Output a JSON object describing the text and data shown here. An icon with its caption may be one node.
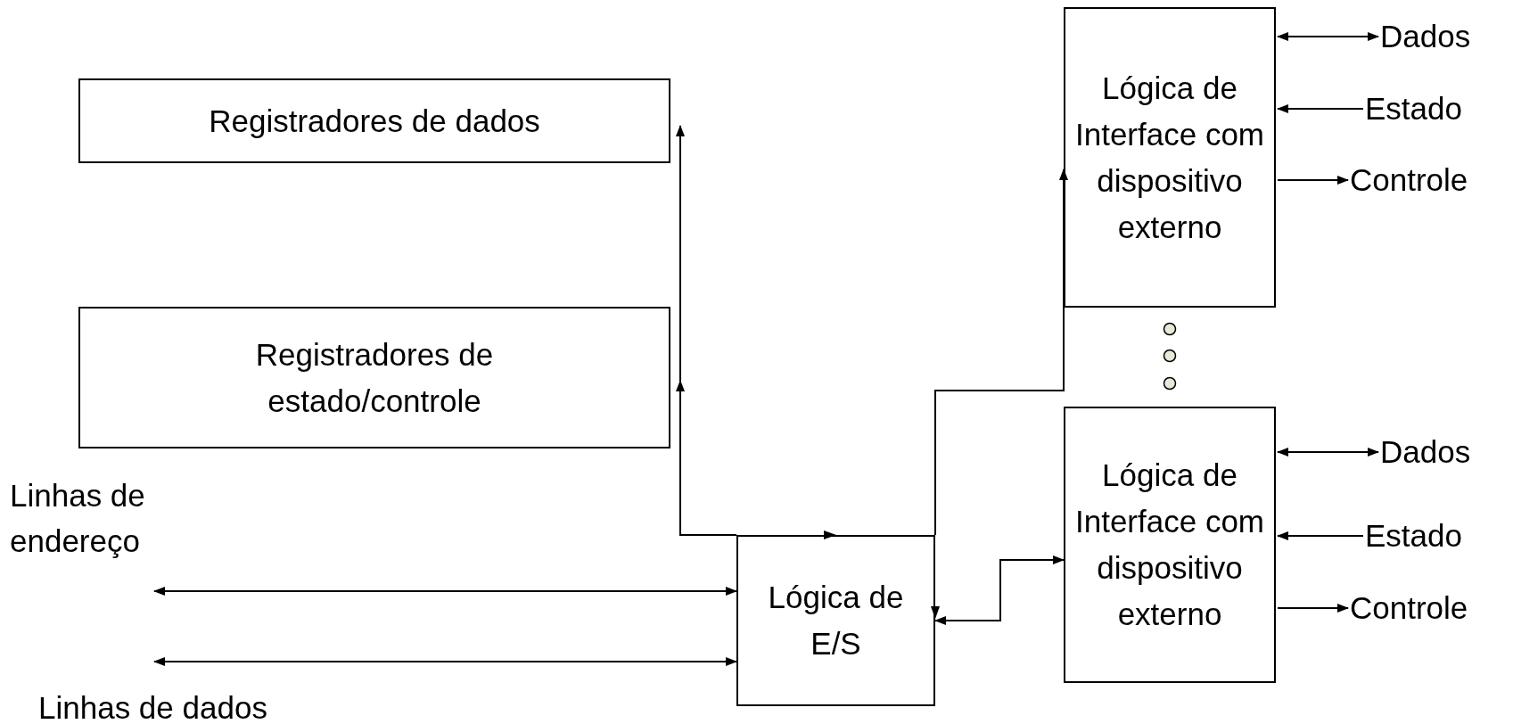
{
  "diagram": {
    "nodes": [
      {
        "text": [
          "Registradores de dados"
        ]
      },
      {
        "text": [
          "Registradores de estado/controle"
        ]
      },
      {
        "text": [
          "Lógica de Interface com dispositivo externo"
        ]
      },
      {
        "text": [
          "Dados"
        ]
      },
      {
        "text": [
          "Estado"
        ]
      },
      {
        "text": [
          "Controle"
        ]
      },
      {
        "text": [
          "Lógica de E/S"
        ]
      },
      {
        "text": [
          "Lógica de Interface com dispositivo externo"
        ]
      },
      {
        "text": [
          "Dados"
        ]
      },
      {
        "text": [
          "Estado"
        ]
      },
      {
        "text": [
          "Controle"
        ]
      }
    ],
    "edges": [
      {
        "from": 6,
        "to": 0,
        "arrow": "to"
      },
      {
        "from": 6,
        "to": 1,
        "arrow": "to"
      },
      {
        "from": 6,
        "to": 2,
        "arrow": "to"
      },
      {
        "from": 6,
        "to": 7,
        "arrow": "both"
      },
      {
        "from": 2,
        "to": 3,
        "arrow": "both"
      },
      {
        "from": 4,
        "to": 2,
        "arrow": "to"
      },
      {
        "from": 2,
        "to": 5,
        "arrow": "to"
      },
      {
        "from": 7,
        "to": 8,
        "arrow": "both"
      },
      {
        "from": 9,
        "to": 7,
        "arrow": "to"
      },
      {
        "from": 7,
        "to": 10,
        "arrow": "to"
      },
      {
        "from": null,
        "to": 6,
        "arrow": "both"
      },
      {
        "from": null,
        "to": 6,
        "arrow": "both"
      }
    ],
    "labels": [
      "Linhas de endereço",
      "Linhas de dados"
    ]
  }
}
